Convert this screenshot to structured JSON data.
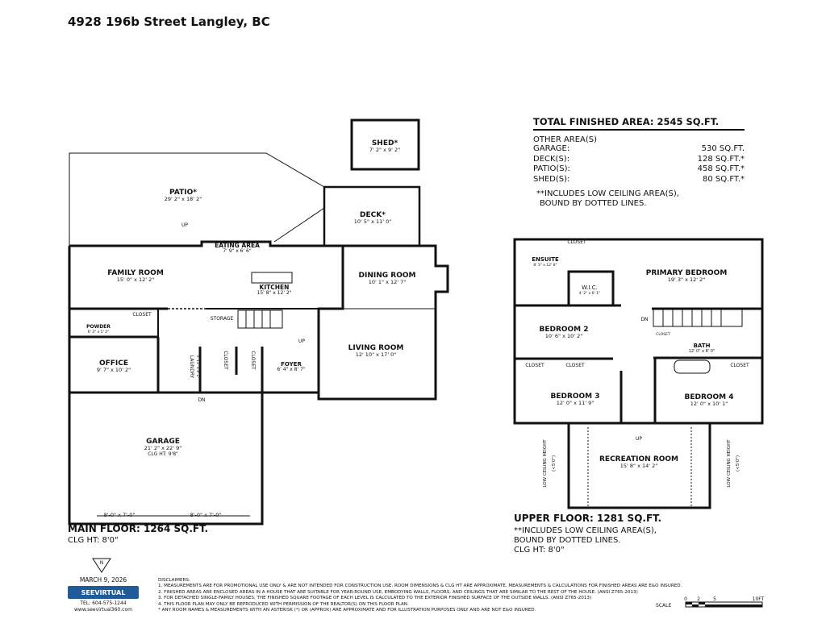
{
  "title": "4928 196b Street Langley, BC",
  "summary": {
    "total_label": "TOTAL FINISHED AREA:  2545 SQ.FT.",
    "other_label": "OTHER AREA(S)",
    "rows": [
      {
        "label": "GARAGE:",
        "value": "530 SQ.FT."
      },
      {
        "label": "DECK(S):",
        "value": "128 SQ.FT.*"
      },
      {
        "label": "PATIO(S):",
        "value": "458 SQ.FT.*"
      },
      {
        "label": "SHED(S):",
        "value": "80 SQ.FT.*"
      }
    ],
    "note_1": "**INCLUDES LOW CEILING AREA(S),",
    "note_2": "BOUND BY DOTTED LINES."
  },
  "main_floor": {
    "label": "MAIN FLOOR: 1264 SQ.FT.",
    "clg": "CLG HT: 8'0\"",
    "rooms": {
      "shed": {
        "name": "SHED*",
        "dim": "7' 2\" x 9' 2\""
      },
      "patio": {
        "name": "PATIO*",
        "dim": "29' 2\" x 18' 2\""
      },
      "deck": {
        "name": "DECK*",
        "dim": "10' 5\" x 11' 0\""
      },
      "eating": {
        "name": "EATING AREA",
        "dim": "7' 9\" x 6' 6\""
      },
      "family": {
        "name": "FAMILY ROOM",
        "dim": "15' 0\" x 12' 2\""
      },
      "kitchen": {
        "name": "KITCHEN",
        "dim": "15' 8\" x 12' 2\""
      },
      "dining": {
        "name": "DINING ROOM",
        "dim": "10' 1\" x 12' 7\""
      },
      "living": {
        "name": "LIVING ROOM",
        "dim": "12' 10\" x 17' 0\""
      },
      "powder": {
        "name": "POWDER",
        "dim": "6' 3\" x 5' 2\""
      },
      "office": {
        "name": "OFFICE",
        "dim": "9' 7\" x 10' 2\""
      },
      "laundry": {
        "name": "LAUNDRY",
        "dim": "5' 11\" x 8' 2\""
      },
      "foyer": {
        "name": "FOYER",
        "dim": "6' 4\" x 8' 7\""
      },
      "garage": {
        "name": "GARAGE",
        "dim": "21' 2\" x 22' 9\"",
        "clg": "CLG HT: 9'8\""
      }
    },
    "closet": "CLOSET",
    "storage": "STORAGE",
    "up": "UP",
    "dn": "DN",
    "door_1": "8'-0\" x 7'-0\"",
    "door_2": "8'-0\" x 7'-0\""
  },
  "upper_floor": {
    "label": "UPPER FLOOR: 1281 SQ.FT.",
    "note_1": "**INCLUDES LOW CEILING AREA(S),",
    "note_2": "BOUND BY DOTTED LINES.",
    "clg": "CLG HT: 8'0\"",
    "rooms": {
      "ensuite": {
        "name": "ENSUITE",
        "dim": "8' 3\" x 12' 8\""
      },
      "wic": {
        "name": "W.I.C.",
        "dim": "4' 2\" x 6' 1\""
      },
      "primary": {
        "name": "PRIMARY BEDROOM",
        "dim": "19' 3\" x 12' 2\""
      },
      "bed2": {
        "name": "BEDROOM 2",
        "dim": "10' 6\" x 10' 2\""
      },
      "bath": {
        "name": "BATH",
        "dim": "12' 0\" x 8' 0\""
      },
      "bed3": {
        "name": "BEDROOM 3",
        "dim": "12' 0\" x 11' 9\""
      },
      "bed4": {
        "name": "BEDROOM 4",
        "dim": "12' 0\" x 10' 1\""
      },
      "rec": {
        "name": "RECREATION ROOM",
        "dim": "15' 8\" x 14' 2\""
      }
    },
    "closet": "CLOSET",
    "up": "UP",
    "dn": "DN",
    "low_ceiling": "LOW CEILING HEIGHT",
    "low_ceiling_val": "(<5'0\")"
  },
  "footer": {
    "north": "N",
    "date": "MARCH 9, 2026",
    "logo_text": "SEEVIRTUAL",
    "tel": "TEL: 604-575-1244",
    "web": "www.seevirtual360.com",
    "disclaimer_title": "DISCLAIMERS:",
    "disclaimers": [
      "1. MEASUREMENTS ARE FOR PROMOTIONAL USE ONLY & ARE NOT INTENDED FOR CONSTRUCTION USE. ROOM DIMENSIONS & CLG HT ARE APPROXIMATE. MEASUREMENTS & CALCULATIONS FOR FINISHED AREAS ARE E&O INSURED.",
      "2. FINISHED AREAS ARE ENCLOSED AREAS IN A HOUSE THAT ARE SUITABLE FOR YEAR-ROUND USE, EMBODYING WALLS, FLOORS, AND CEILINGS THAT ARE SIMILAR TO THE REST OF THE HOUSE. (ANSI Z765-2013)",
      "3. FOR DETACHED SINGLE-FAMILY HOUSES, THE FINISHED SQUARE FOOTAGE OF EACH LEVEL IS CALCULATED TO THE EXTERIOR FINISHED SURFACE OF THE OUTSIDE WALLS. (ANSI Z765-2013)",
      "4. THIS FLOOR PLAN MAY ONLY BE REPRODUCED WITH PERMISSION OF THE REALTOR(S) ON THIS FLOOR PLAN.",
      "* ANY ROOM NAMES & MEASUREMENTS WITH AN ASTERISK (*) OR (APPROX) ARE APPROXIMATE AND FOR ILLUSTRATION PURPOSES ONLY AND ARE NOT E&O INSURED."
    ],
    "scale_label": "SCALE",
    "scale_ticks": [
      "0",
      "2",
      "5",
      "10FT"
    ]
  }
}
